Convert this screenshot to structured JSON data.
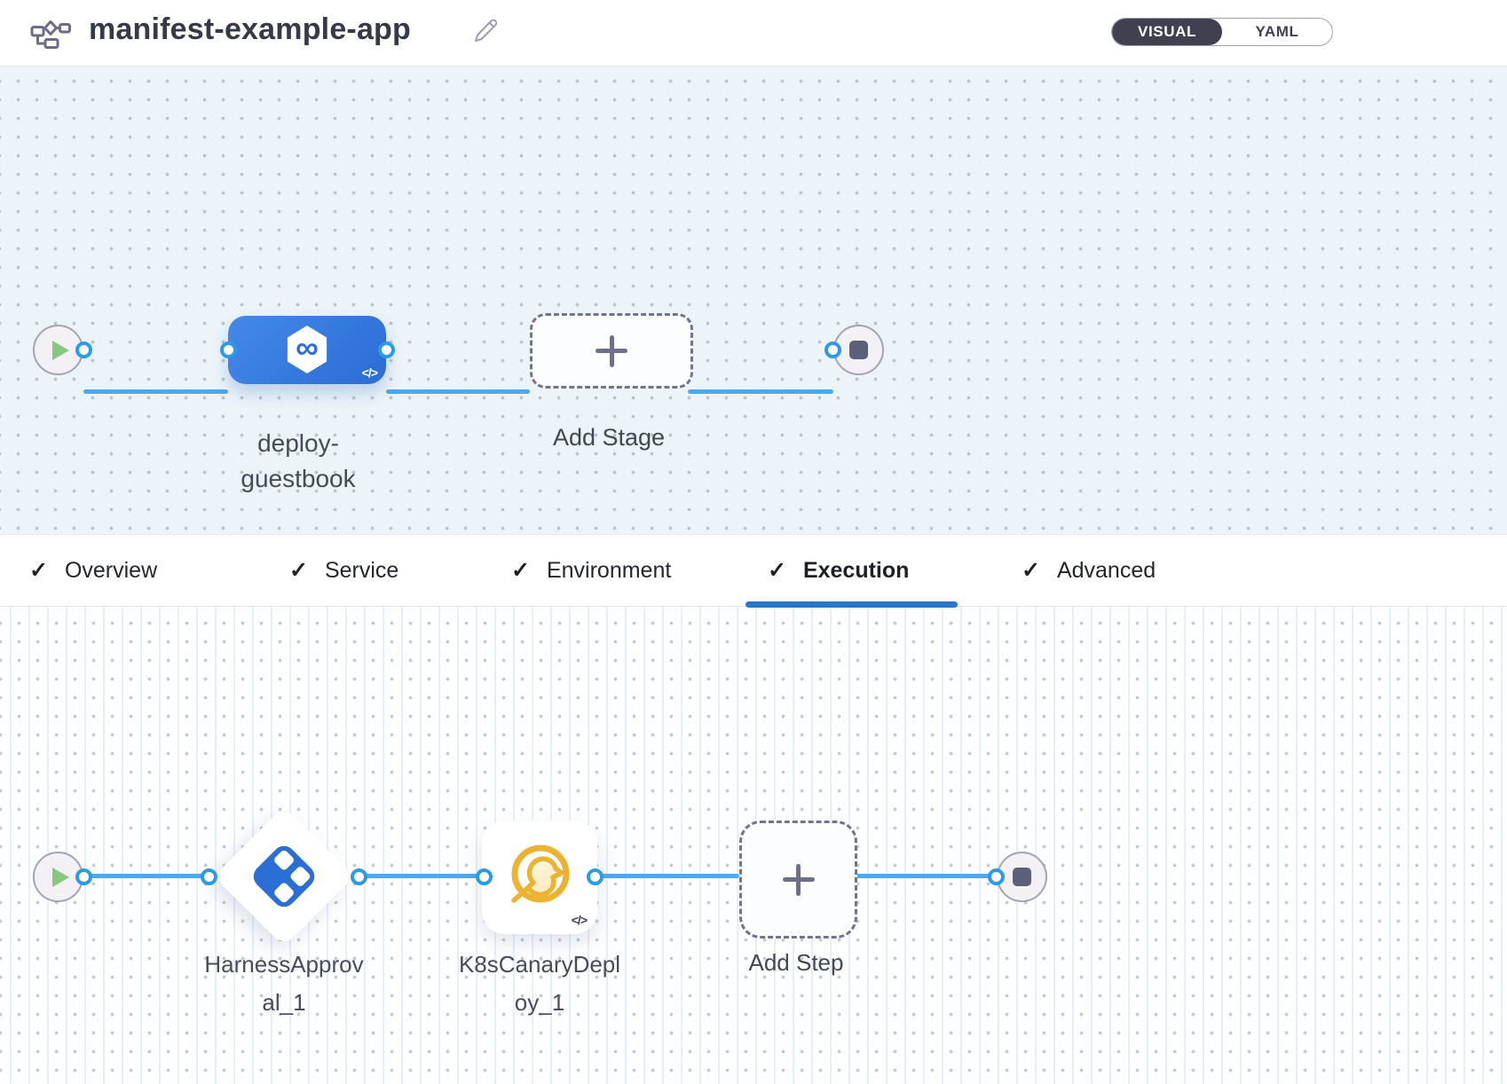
{
  "header": {
    "title": "manifest-example-app",
    "view_toggle": {
      "options": [
        "VISUAL",
        "YAML"
      ],
      "active": "VISUAL"
    },
    "icons": {
      "pipeline": "flowchart-icon",
      "edit": "pencil-icon"
    }
  },
  "stage_pipeline": {
    "stage_name": "deploy-guestbook",
    "stage_label_lines": [
      "deploy-",
      "guestbook"
    ],
    "add_stage_label": "Add Stage",
    "stage_icon_glyph": "∞",
    "code_badge": "</>"
  },
  "tabs": {
    "check_glyph": "✓",
    "items": [
      {
        "label": "Overview",
        "checked": true,
        "active": false
      },
      {
        "label": "Service",
        "checked": true,
        "active": false
      },
      {
        "label": "Environment",
        "checked": true,
        "active": false
      },
      {
        "label": "Execution",
        "checked": true,
        "active": true
      },
      {
        "label": "Advanced",
        "checked": true,
        "active": false
      }
    ]
  },
  "execution_pipeline": {
    "step1_name": "HarnessApproval_1",
    "step1_label_lines": [
      "HarnessApprov",
      "al_1"
    ],
    "step2_name": "K8sCanaryDeploy_1",
    "step2_label_lines": [
      "K8sCanaryDepl",
      "oy_1"
    ],
    "add_step_label": "Add Step",
    "code_badge": "</>"
  },
  "colors": {
    "connector_blue": "#4aa9f1",
    "port_ring_blue": "#2d9ae6",
    "stage_node_gradient_start": "#4489e9",
    "stage_node_gradient_end": "#2a6cd4",
    "approval_icon_blue": "#2b6fd4",
    "canary_gold": "#ecb232",
    "active_tab_underline": "#2a76cb",
    "play_triangle_green": "#87c87f",
    "canvas_top_bg": "#ecf4f9",
    "canvas_bottom_bg": "#fdfeff",
    "toggle_active_bg": "#3f4150"
  }
}
